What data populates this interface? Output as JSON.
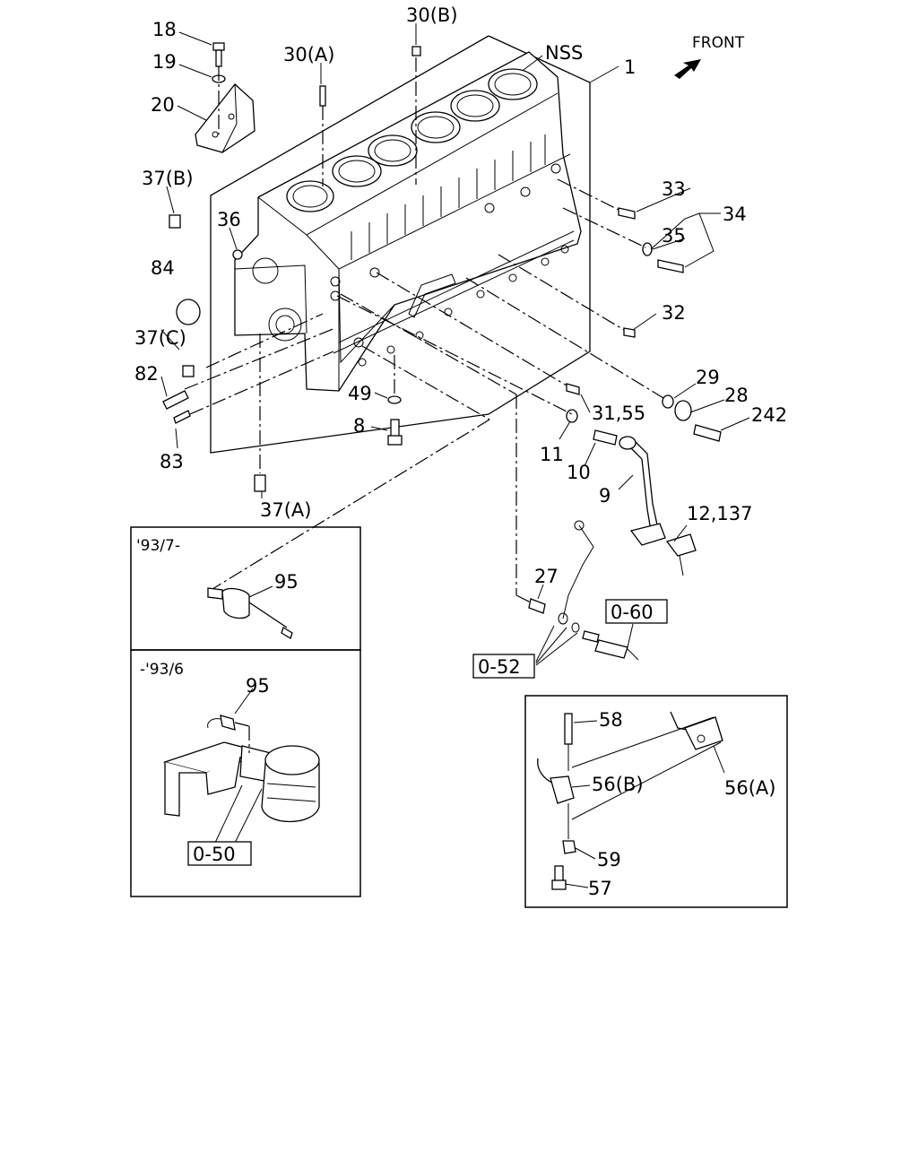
{
  "direction": {
    "front": "FRONT"
  },
  "labels": {
    "l18": "18",
    "l19": "19",
    "l20": "20",
    "l30a": "30(A)",
    "l30b": "30(B)",
    "lnss": "NSS",
    "l1": "1",
    "l37b": "37(B)",
    "l36": "36",
    "l84": "84",
    "l37c": "37(C)",
    "l82": "82",
    "l83": "83",
    "l37a": "37(A)",
    "l49": "49",
    "l8": "8",
    "l33": "33",
    "l34": "34",
    "l35": "35",
    "l32": "32",
    "l29": "29",
    "l28": "28",
    "l242": "242",
    "l31_55": "31,55",
    "l11": "11",
    "l10": "10",
    "l9": "9",
    "l12_137": "12,137",
    "l27": "27",
    "l95a": "95",
    "l95b": "95",
    "l58": "58",
    "l56b": "56(B)",
    "l56a": "56(A)",
    "l59": "59",
    "l57": "57"
  },
  "refs": {
    "r060": "0-60",
    "r052": "0-52",
    "r050": "0-50"
  },
  "inset_upper": {
    "caption": "'93/7-"
  },
  "inset_lower": {
    "caption": "-'93/6"
  }
}
